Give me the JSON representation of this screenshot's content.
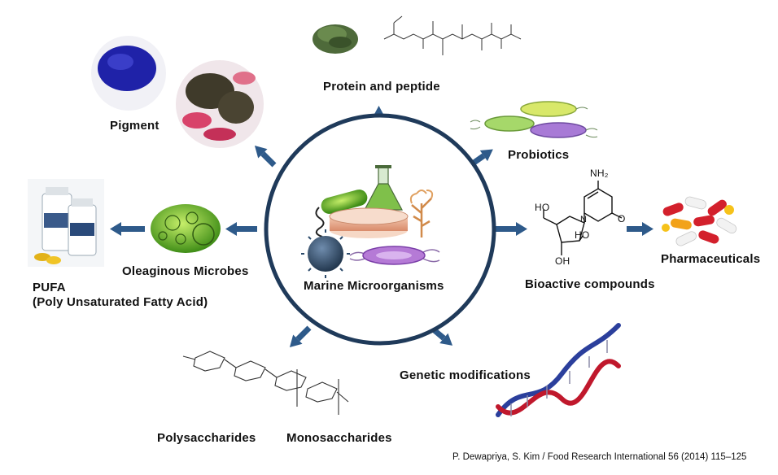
{
  "center": {
    "label": "Marine Microorganisms"
  },
  "nodes": {
    "protein": "Protein and peptide",
    "pigment": "Pigment",
    "probiotics": "Probiotics",
    "oleaginous": "Oleaginous Microbes",
    "pufa_line1": "PUFA",
    "pufa_line2": "(Poly Unsaturated Fatty Acid)",
    "bioactive": "Bioactive compounds",
    "pharmaceuticals": "Pharmaceuticals",
    "genetic": "Genetic modifications",
    "polysaccharides": "Polysaccharides",
    "monosaccharides": "Monosaccharides"
  },
  "molecule": {
    "nh2": "NH₂",
    "n": "N",
    "o": "O",
    "ho": "HO",
    "oh": "OH"
  },
  "citation": "P. Dewapriya, S. Kim / Food Research International 56 (2014) 115–125",
  "colors": {
    "arrow": "#2e5a8a",
    "circle": "#1f3a5a",
    "dna_blue": "#2b3f9c",
    "dna_red": "#c0182c"
  }
}
